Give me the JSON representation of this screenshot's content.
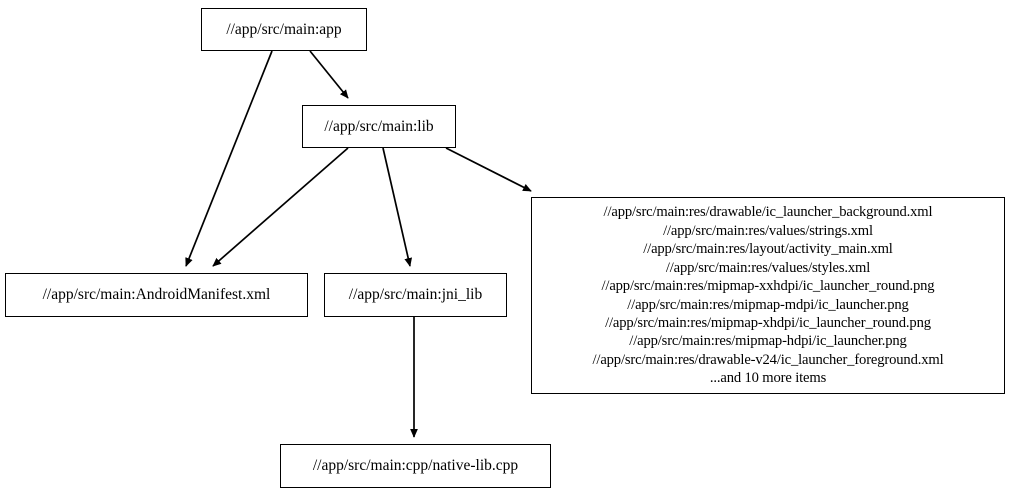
{
  "graph": {
    "type": "directed-dependency-graph",
    "background_color": "#ffffff",
    "node_border_color": "#000000",
    "edge_color": "#000000",
    "nodes": [
      {
        "id": "app",
        "label": "//app/src/main:app"
      },
      {
        "id": "lib",
        "label": "//app/src/main:lib"
      },
      {
        "id": "manifest",
        "label": "//app/src/main:AndroidManifest.xml"
      },
      {
        "id": "jnilib",
        "label": "//app/src/main:jni_lib"
      },
      {
        "id": "cpp",
        "label": "//app/src/main:cpp/native-lib.cpp"
      },
      {
        "id": "resources",
        "label": "//app/src/main:res/drawable/ic_launcher_background.xml\n//app/src/main:res/values/strings.xml\n//app/src/main:res/layout/activity_main.xml\n//app/src/main:res/values/styles.xml\n//app/src/main:res/mipmap-xxhdpi/ic_launcher_round.png\n//app/src/main:res/mipmap-mdpi/ic_launcher.png\n//app/src/main:res/mipmap-xhdpi/ic_launcher_round.png\n//app/src/main:res/mipmap-hdpi/ic_launcher.png\n//app/src/main:res/drawable-v24/ic_launcher_foreground.xml\n...and 10 more items",
        "lines": [
          "//app/src/main:res/drawable/ic_launcher_background.xml",
          "//app/src/main:res/values/strings.xml",
          "//app/src/main:res/layout/activity_main.xml",
          "//app/src/main:res/values/styles.xml",
          "//app/src/main:res/mipmap-xxhdpi/ic_launcher_round.png",
          "//app/src/main:res/mipmap-mdpi/ic_launcher.png",
          "//app/src/main:res/mipmap-xhdpi/ic_launcher_round.png",
          "//app/src/main:res/mipmap-hdpi/ic_launcher.png",
          "//app/src/main:res/drawable-v24/ic_launcher_foreground.xml",
          "...and 10 more items"
        ],
        "overflow_count": 10
      }
    ],
    "edges": [
      {
        "from": "app",
        "to": "lib"
      },
      {
        "from": "app",
        "to": "manifest"
      },
      {
        "from": "lib",
        "to": "manifest"
      },
      {
        "from": "lib",
        "to": "jnilib"
      },
      {
        "from": "lib",
        "to": "resources"
      },
      {
        "from": "jnilib",
        "to": "cpp"
      }
    ]
  }
}
